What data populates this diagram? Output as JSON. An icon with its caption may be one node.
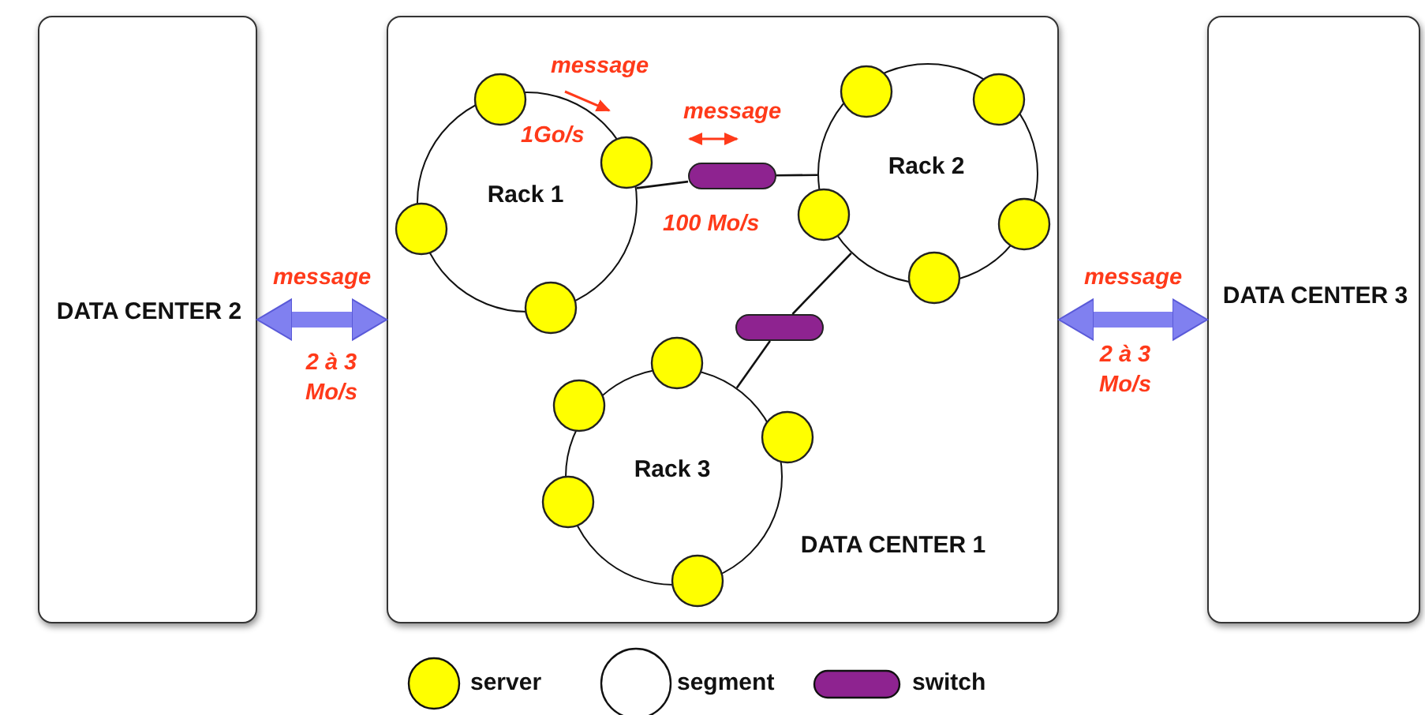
{
  "diagram": {
    "nodes": [
      {
        "text": [
          "DATA CENTER 2"
        ]
      },
      {
        "text": [
          "DATA CENTER 1"
        ]
      },
      {
        "text": [
          "DATA CENTER 3"
        ]
      },
      {
        "text": [
          "Rack 1"
        ],
        "in": 1
      },
      {
        "text": [
          "Rack 2"
        ],
        "in": 1
      },
      {
        "text": [
          "Rack 3"
        ],
        "in": 1
      },
      {
        "text": [],
        "shape": "bar",
        "in": 1
      },
      {
        "text": [],
        "shape": "bar",
        "in": 1
      }
    ],
    "edges": [
      {
        "from": 3,
        "to": 6,
        "arrow": "none"
      },
      {
        "from": 6,
        "to": 4,
        "arrow": "none"
      },
      {
        "from": 4,
        "to": 7,
        "arrow": "none"
      },
      {
        "from": 7,
        "to": 5,
        "arrow": "none"
      },
      {
        "from": 0,
        "to": 1,
        "arrow": "both",
        "label": "message",
        "style": "thick",
        "color": "#8080f0"
      },
      {
        "from": 1,
        "to": 2,
        "arrow": "both",
        "label": "message",
        "style": "thick",
        "color": "#8080f0"
      }
    ],
    "labels": [
      "message",
      "1Go/s",
      "message",
      "100 Mo/s",
      "2 à 3 Mo/s",
      "2 à 3 Mo/s"
    ],
    "legend": [
      {
        "text": "server",
        "color": "#ffff00"
      },
      {
        "text": "segment",
        "color": "#ffffff"
      },
      {
        "text": "switch",
        "color": "#8e2390"
      }
    ]
  }
}
